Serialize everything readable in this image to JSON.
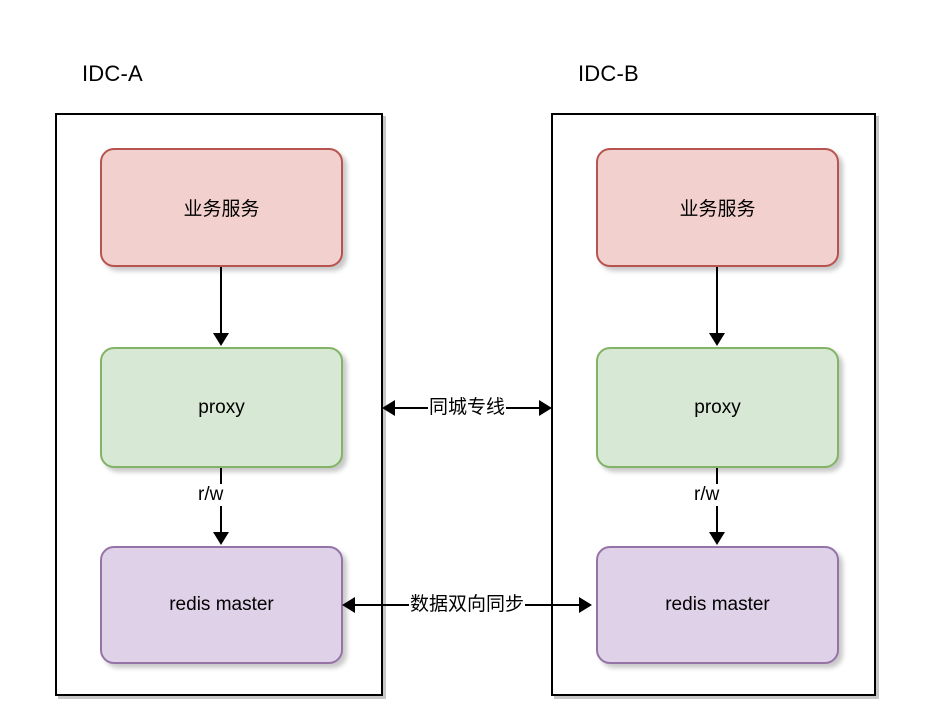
{
  "diagram": {
    "type": "architecture-diagram",
    "datacenters": [
      {
        "id": "idc-a",
        "title": "IDC-A",
        "nodes": [
          {
            "id": "service",
            "label": "业务服务",
            "fill": "#f2d0cd",
            "stroke": "#b85450"
          },
          {
            "id": "proxy",
            "label": "proxy",
            "fill": "#d7e8d4",
            "stroke": "#82b366"
          },
          {
            "id": "redis",
            "label": "redis master",
            "fill": "#dfd2e8",
            "stroke": "#9673a6"
          }
        ],
        "edge_labels": {
          "proxy_to_redis": "r/w"
        }
      },
      {
        "id": "idc-b",
        "title": "IDC-B",
        "nodes": [
          {
            "id": "service",
            "label": "业务服务",
            "fill": "#f2d0cd",
            "stroke": "#b85450"
          },
          {
            "id": "proxy",
            "label": "proxy",
            "fill": "#d7e8d4",
            "stroke": "#82b366"
          },
          {
            "id": "redis",
            "label": "redis master",
            "fill": "#dfd2e8",
            "stroke": "#9673a6"
          }
        ],
        "edge_labels": {
          "proxy_to_redis": "r/w"
        }
      }
    ],
    "cross_links": [
      {
        "id": "dedicated-line",
        "label": "同城专线",
        "direction": "bidirectional",
        "from": "idc-a",
        "to": "idc-b"
      },
      {
        "id": "data-sync",
        "label": "数据双向同步",
        "direction": "bidirectional",
        "from": "idc-a.redis",
        "to": "idc-b.redis"
      }
    ],
    "colors": {
      "background": "#ffffff",
      "container_border": "#000000",
      "connector": "#000000",
      "text": "#000000"
    }
  }
}
